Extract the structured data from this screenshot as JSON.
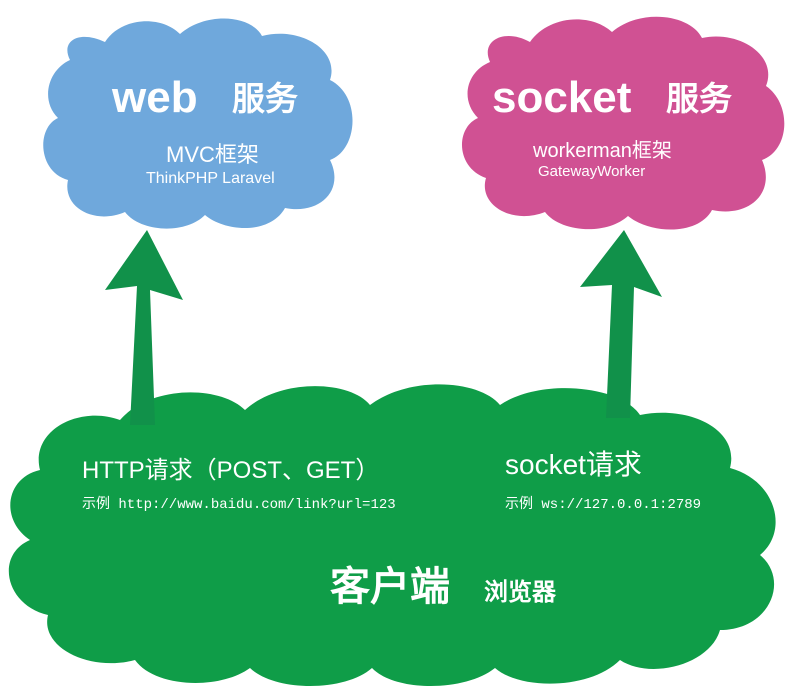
{
  "web_cloud": {
    "title_en": "web",
    "title_cn": "服务",
    "subtitle_framework": "MVC框架",
    "frameworks": "ThinkPHP Laravel",
    "color": "#6fa8dc"
  },
  "socket_cloud": {
    "title_en": "socket",
    "title_cn": "服务",
    "subtitle_framework": "workerman框架",
    "frameworks": "GatewayWorker",
    "color": "#d05193"
  },
  "client_cloud": {
    "http_request": "HTTP请求（POST、GET）",
    "http_example": "示例 http://www.baidu.com/link?url=123",
    "socket_request": "socket请求",
    "socket_example": "示例 ws://127.0.0.1:2789",
    "client_label": "客户端",
    "browser_label": "浏览器",
    "color": "#0f9d48"
  },
  "arrow_color": "#11914a"
}
